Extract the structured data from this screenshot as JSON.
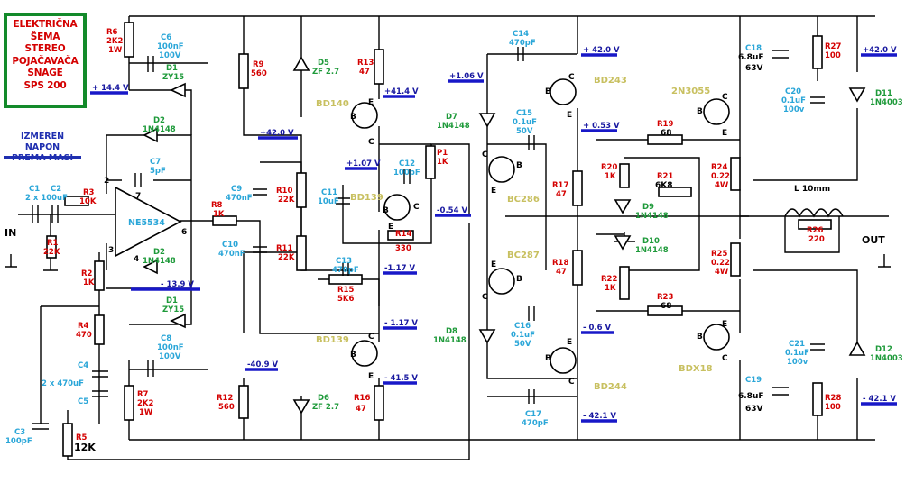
{
  "title": [
    "ELEKTRIČNA",
    "ŠEMA",
    "STEREO",
    "POJAČAVAČA",
    "SNAGE",
    "SPS 200"
  ],
  "note": [
    "IZMEREN NAPON",
    "PREMA MASI"
  ],
  "io": {
    "in": "IN",
    "out": "OUT"
  },
  "pins": {
    "p2": "2",
    "p3": "3",
    "p4": "4",
    "p6": "6",
    "p7": "7"
  },
  "ic": "NE5534",
  "transistors": {
    "bd140": "BD140",
    "bd139a": "BD139",
    "bd139b": "BD139",
    "bc286": "BC286",
    "bc287": "BC287",
    "bd243": "BD243",
    "bd244": "BD244",
    "n2n3055": "2N3055",
    "bdx18": "BDX18"
  },
  "pin_letters": {
    "b": "B",
    "c": "C",
    "e": "E"
  },
  "resistors": {
    "r1": [
      "R1",
      "22K"
    ],
    "r2": [
      "R2",
      "1K"
    ],
    "r3": [
      "R3",
      "10K"
    ],
    "r4": [
      "R4",
      "470"
    ],
    "r5": [
      "R5",
      "12K"
    ],
    "r6": [
      "R6",
      "2K2",
      "1W"
    ],
    "r7": [
      "R7",
      "2K2",
      "1W"
    ],
    "r8": [
      "R8",
      "1K"
    ],
    "r9": [
      "R9",
      "560"
    ],
    "r10": [
      "R10",
      "22K"
    ],
    "r11": [
      "R11",
      "22K"
    ],
    "r12": [
      "R12",
      "560"
    ],
    "r13": [
      "R13",
      "47"
    ],
    "r14": [
      "R14",
      "330"
    ],
    "r15": [
      "R15",
      "5K6"
    ],
    "r16": [
      "R16",
      "47"
    ],
    "r17": [
      "R17",
      "47"
    ],
    "r18": [
      "R18",
      "47"
    ],
    "r19": [
      "R19",
      "68"
    ],
    "r20": [
      "R20",
      "1K"
    ],
    "r21": [
      "R21",
      "6K8"
    ],
    "r22": [
      "R22",
      "1K"
    ],
    "r23": [
      "R23",
      "68"
    ],
    "r24": [
      "R24",
      "0.22",
      "4W"
    ],
    "r25": [
      "R25",
      "0.22",
      "4W"
    ],
    "r26": [
      "R26",
      "220"
    ],
    "r27": [
      "R27",
      "100"
    ],
    "r28": [
      "R28",
      "100"
    ],
    "p1": [
      "P1",
      "1K"
    ]
  },
  "capacitors": {
    "c1c2": [
      "C1",
      "C2",
      "2 x 100uF"
    ],
    "c3": [
      "C3",
      "100pF"
    ],
    "c4c5": [
      "C4",
      "C5",
      "2 x 470uF"
    ],
    "c6": [
      "C6",
      "100nF",
      "100V"
    ],
    "c7": [
      "C7",
      "5pF"
    ],
    "c8": [
      "C8",
      "100nF",
      "100V"
    ],
    "c9": [
      "C9",
      "470nF"
    ],
    "c10": [
      "C10",
      "470nF"
    ],
    "c11": [
      "C11",
      "10uF"
    ],
    "c12": [
      "C12",
      "100pF"
    ],
    "c13": [
      "C13",
      "470pF"
    ],
    "c14": [
      "C14",
      "470pF"
    ],
    "c15": [
      "C15",
      "0.1uF",
      "50V"
    ],
    "c16": [
      "C16",
      "0.1uF",
      "50V"
    ],
    "c17": [
      "C17",
      "470pF"
    ],
    "c18": [
      "C18",
      "6.8uF",
      "63V"
    ],
    "c19": [
      "C19",
      "6.8uF",
      "63V"
    ],
    "c20": [
      "C20",
      "0.1uF",
      "100v"
    ],
    "c21": [
      "C21",
      "0.1uF",
      "100v"
    ]
  },
  "diodes": {
    "d1a": [
      "D1",
      "ZY15"
    ],
    "d1b": [
      "D1",
      "ZY15"
    ],
    "d2a": [
      "D2",
      "1N4148"
    ],
    "d2b": [
      "D2",
      "1N4148"
    ],
    "d5": [
      "D5",
      "ZF 2.7"
    ],
    "d6": [
      "D6",
      "ZF 2.7"
    ],
    "d7": [
      "D7",
      "1N4148"
    ],
    "d8": [
      "D8",
      "1N4148"
    ],
    "d9": [
      "D9",
      "1N4148"
    ],
    "d10": [
      "D10",
      "1N4148"
    ],
    "d11": [
      "D11",
      "1N4003"
    ],
    "d12": [
      "D12",
      "1N4003"
    ]
  },
  "inductor": {
    "label": "L 10mm"
  },
  "voltages": {
    "v144": "+ 14.4 V",
    "v139": "- 13.9 V",
    "v420a": "+42.0 V",
    "v409": "-40.9 V",
    "v414": "+41.4 V",
    "v415": "- 41.5 V",
    "v107p": "+1.07 V",
    "v106": "+1.06 V",
    "v054": "-0.54 V",
    "v117a": "-1.17 V",
    "v117b": "- 1.17 V",
    "v420b": "+ 42.0 V",
    "v053": "+ 0.53 V",
    "v06": "- 0.6 V",
    "v421a": "- 42.1 V",
    "v420c": "+42.0 V",
    "v421b": "- 42.1 V"
  }
}
